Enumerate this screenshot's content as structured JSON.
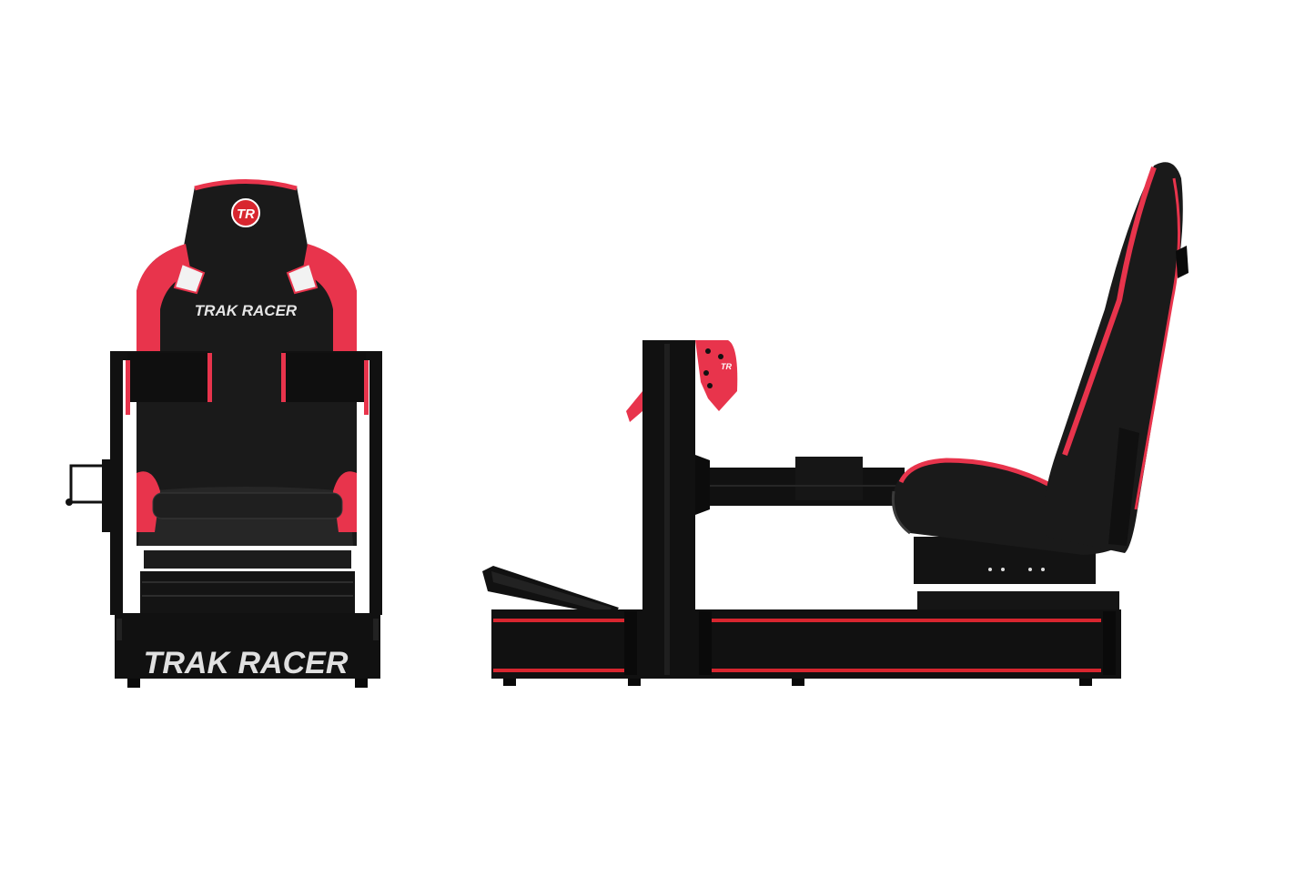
{
  "product": {
    "brand_seat_text": "TRAK RACER",
    "brand_base_text": "TRAK RACER",
    "logo_text": "TR",
    "bracket_logo_text": "TR"
  },
  "colors": {
    "frame": "#111111",
    "seat": "#1a1a1a",
    "accent": "#e8344c",
    "stripe": "#d8262f",
    "background": "#ffffff"
  }
}
